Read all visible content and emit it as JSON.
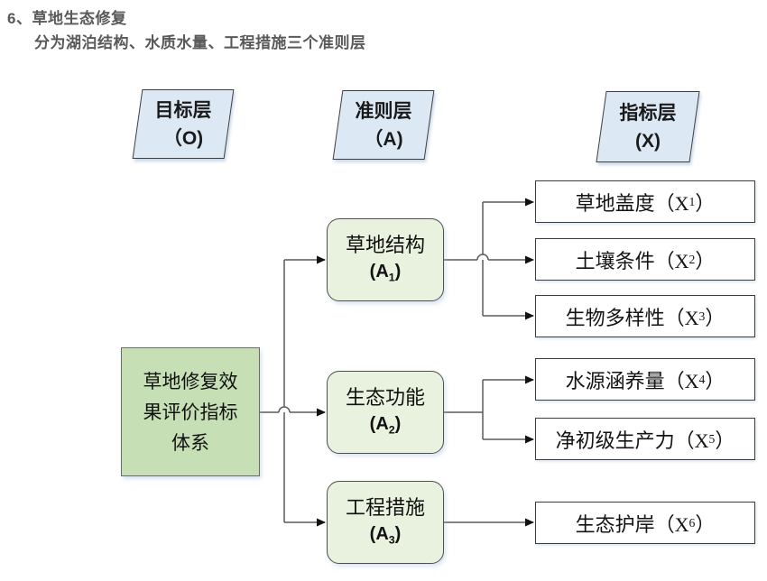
{
  "title": "6、草地生态修复",
  "subtitle": "分为湖泊结构、水质水量、工程措施三个准则层",
  "layers": [
    {
      "name": "目标层",
      "code": "（O)"
    },
    {
      "name": "准则层",
      "code": "（A)"
    },
    {
      "name": "指标层",
      "code": "(X)"
    }
  ],
  "goal": {
    "line1": "草地修复效",
    "line2": "果评价指标",
    "line3": "体系"
  },
  "criteria": [
    {
      "name": "草地结构",
      "code_prefix": "(A",
      "code_sub": "1",
      "code_suffix": ")"
    },
    {
      "name": "生态功能",
      "code_prefix": "(A",
      "code_sub": "2",
      "code_suffix": ")"
    },
    {
      "name": "工程措施",
      "code_prefix": "(A",
      "code_sub": "3",
      "code_suffix": ")"
    }
  ],
  "indicators": [
    {
      "prefix": "草地盖度（X",
      "sub": "1",
      "suffix": "）"
    },
    {
      "prefix": "土壤条件（X",
      "sub": "2",
      "suffix": "）"
    },
    {
      "prefix": "生物多样性（X",
      "sub": "3",
      "suffix": "）"
    },
    {
      "prefix": "水源涵养量（X",
      "sub": "4",
      "suffix": "）"
    },
    {
      "prefix": "净初级生产力（X",
      "sub": "5",
      "suffix": "）"
    },
    {
      "prefix": "生态护岸（X",
      "sub": "6",
      "suffix": "）"
    }
  ],
  "colors": {
    "title_text": "#595959",
    "layer_fill": "#dce8f4",
    "goal_fill": "#c6dfb5",
    "criterion_fill": "#e9f2df",
    "indicator_fill": "#ffffff",
    "line": "#5a5a5a",
    "arrow": "#111111"
  }
}
